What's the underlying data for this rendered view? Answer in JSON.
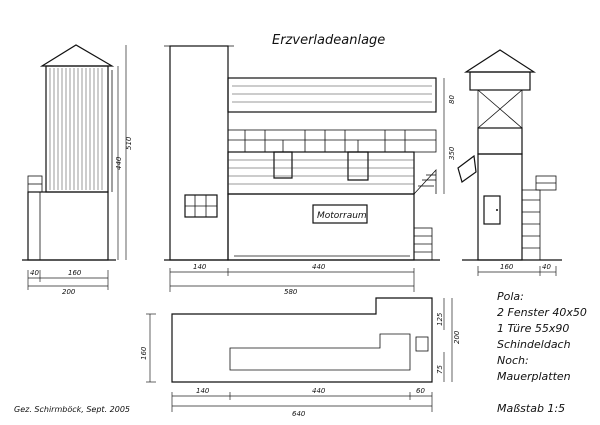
{
  "title": "Erzverladeanlage",
  "signature": "Gez. Schirmböck, Sept. 2005",
  "scale": "Maßstab 1:5",
  "sign_label": "Motorraum",
  "notes": [
    "Pola:",
    "2 Fenster 40x50",
    "1 Türe 55x90",
    "Schindeldach",
    "Noch:",
    "Mauerplatten"
  ],
  "dims": {
    "left_w1": "40",
    "left_w2": "160",
    "left_total": "200",
    "left_h1": "440",
    "left_h2": "510",
    "front_w1": "140",
    "front_w2": "440",
    "front_total": "580",
    "front_h1": "80",
    "front_h2": "350",
    "right_w1": "160",
    "right_w2": "40",
    "plan_h": "160",
    "plan_r1": "125",
    "plan_r2": "200",
    "plan_r3": "75",
    "plan_w1": "140",
    "plan_w2": "440",
    "plan_w3": "60",
    "plan_total": "640"
  }
}
